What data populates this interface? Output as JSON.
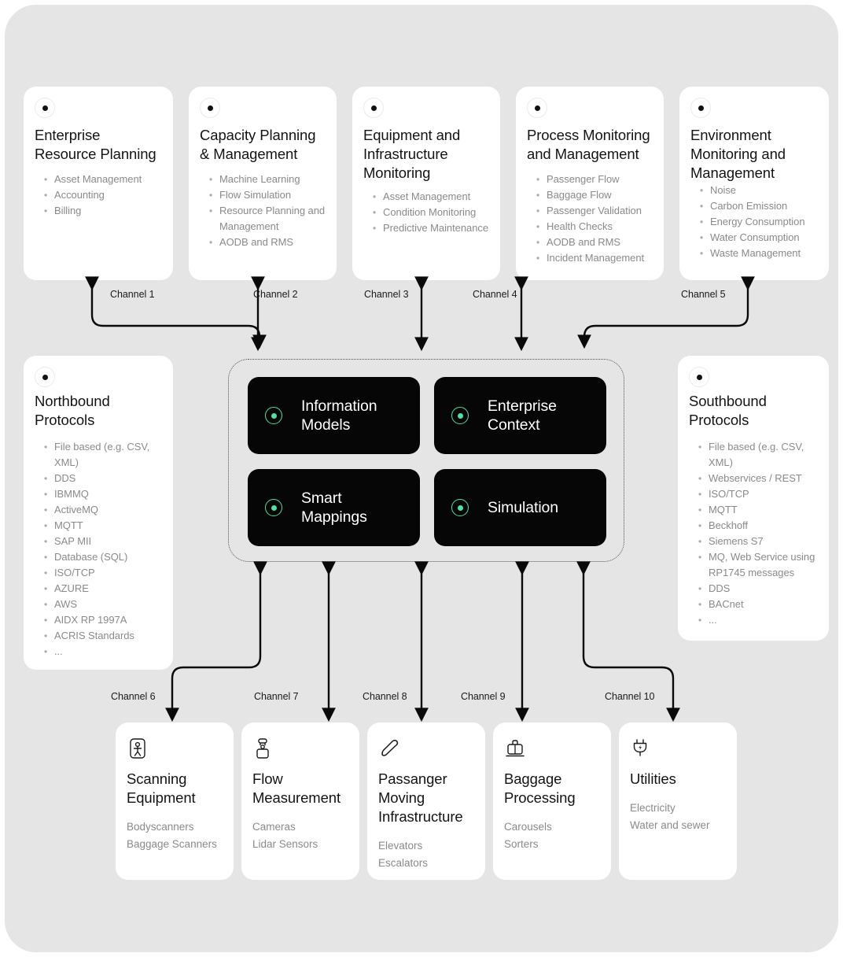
{
  "canvas": {
    "bg": "#e5e5e5",
    "accent_green": "#52dfa2",
    "module_bg": "#060606"
  },
  "top_cards": [
    {
      "title": "Enterprise\nResource Planning",
      "items": [
        "Asset Management",
        "Accounting",
        "Billing"
      ]
    },
    {
      "title": "Capacity Planning\n& Management",
      "items": [
        "Machine Learning",
        "Flow Simulation",
        "Resource Planning and Management",
        "AODB and RMS"
      ]
    },
    {
      "title": "Equipment and\nInfrastructure\nMonitoring",
      "items": [
        "Asset Management",
        "Condition Monitoring",
        "Predictive Maintenance"
      ]
    },
    {
      "title": "Process Monitoring\nand Management",
      "items": [
        "Passenger Flow",
        "Baggage Flow",
        "Passenger Validation",
        "Health Checks",
        "AODB and RMS",
        "Incident Management"
      ]
    },
    {
      "title": "Environment\nMonitoring and\nManagement",
      "items": [
        "Noise",
        "Carbon Emission",
        "Energy Consumption",
        "Water Consumption",
        "Waste Management"
      ]
    }
  ],
  "side_cards": {
    "northbound": {
      "title": "Northbound\nProtocols",
      "items": [
        "File based (e.g. CSV, XML)",
        "DDS",
        "IBMMQ",
        "ActiveMQ",
        "MQTT",
        "SAP MII",
        "Database (SQL)",
        "ISO/TCP",
        "AZURE",
        "AWS",
        "AIDX RP 1997A",
        "ACRIS Standards",
        "..."
      ]
    },
    "southbound": {
      "title": "Southbound\nProtocols",
      "items": [
        "File based (e.g. CSV, XML)",
        "Webservices / REST",
        "ISO/TCP",
        "MQTT",
        "Beckhoff",
        "Siemens S7",
        "MQ, Web Service using RP1745 messages",
        "DDS",
        "BACnet",
        "..."
      ]
    }
  },
  "hub": {
    "modules": [
      {
        "label": "Information\nModels",
        "icon": "target-dot-icon"
      },
      {
        "label": "Enterprise\nContext",
        "icon": "target-dot-icon"
      },
      {
        "label": "Smart\nMappings",
        "icon": "target-dot-icon"
      },
      {
        "label": "Simulation",
        "icon": "target-dot-icon"
      }
    ]
  },
  "bottom_cards": [
    {
      "icon": "body-scanner-icon",
      "title": "Scanning\nEquipment",
      "items": [
        "Bodyscanners",
        "Baggage Scanners"
      ]
    },
    {
      "icon": "sensor-camera-icon",
      "title": "Flow\nMeasurement",
      "items": [
        "Cameras",
        "Lidar Sensors"
      ]
    },
    {
      "icon": "escalator-icon",
      "title": "Passanger\nMoving\nInfrastructure",
      "items": [
        "Elevators",
        "Escalators"
      ]
    },
    {
      "icon": "suitcase-icon",
      "title": "Baggage\nProcessing",
      "items": [
        "Carousels",
        "Sorters"
      ]
    },
    {
      "icon": "power-plug-icon",
      "title": "Utilities",
      "items": [
        "Electricity",
        "Water and sewer"
      ]
    }
  ],
  "channels": [
    {
      "label": "Channel 1"
    },
    {
      "label": "Channel 2"
    },
    {
      "label": "Channel 3"
    },
    {
      "label": "Channel 4"
    },
    {
      "label": "Channel 5"
    },
    {
      "label": "Channel 6"
    },
    {
      "label": "Channel 7"
    },
    {
      "label": "Channel 8"
    },
    {
      "label": "Channel 9"
    },
    {
      "label": "Channel 10"
    }
  ]
}
